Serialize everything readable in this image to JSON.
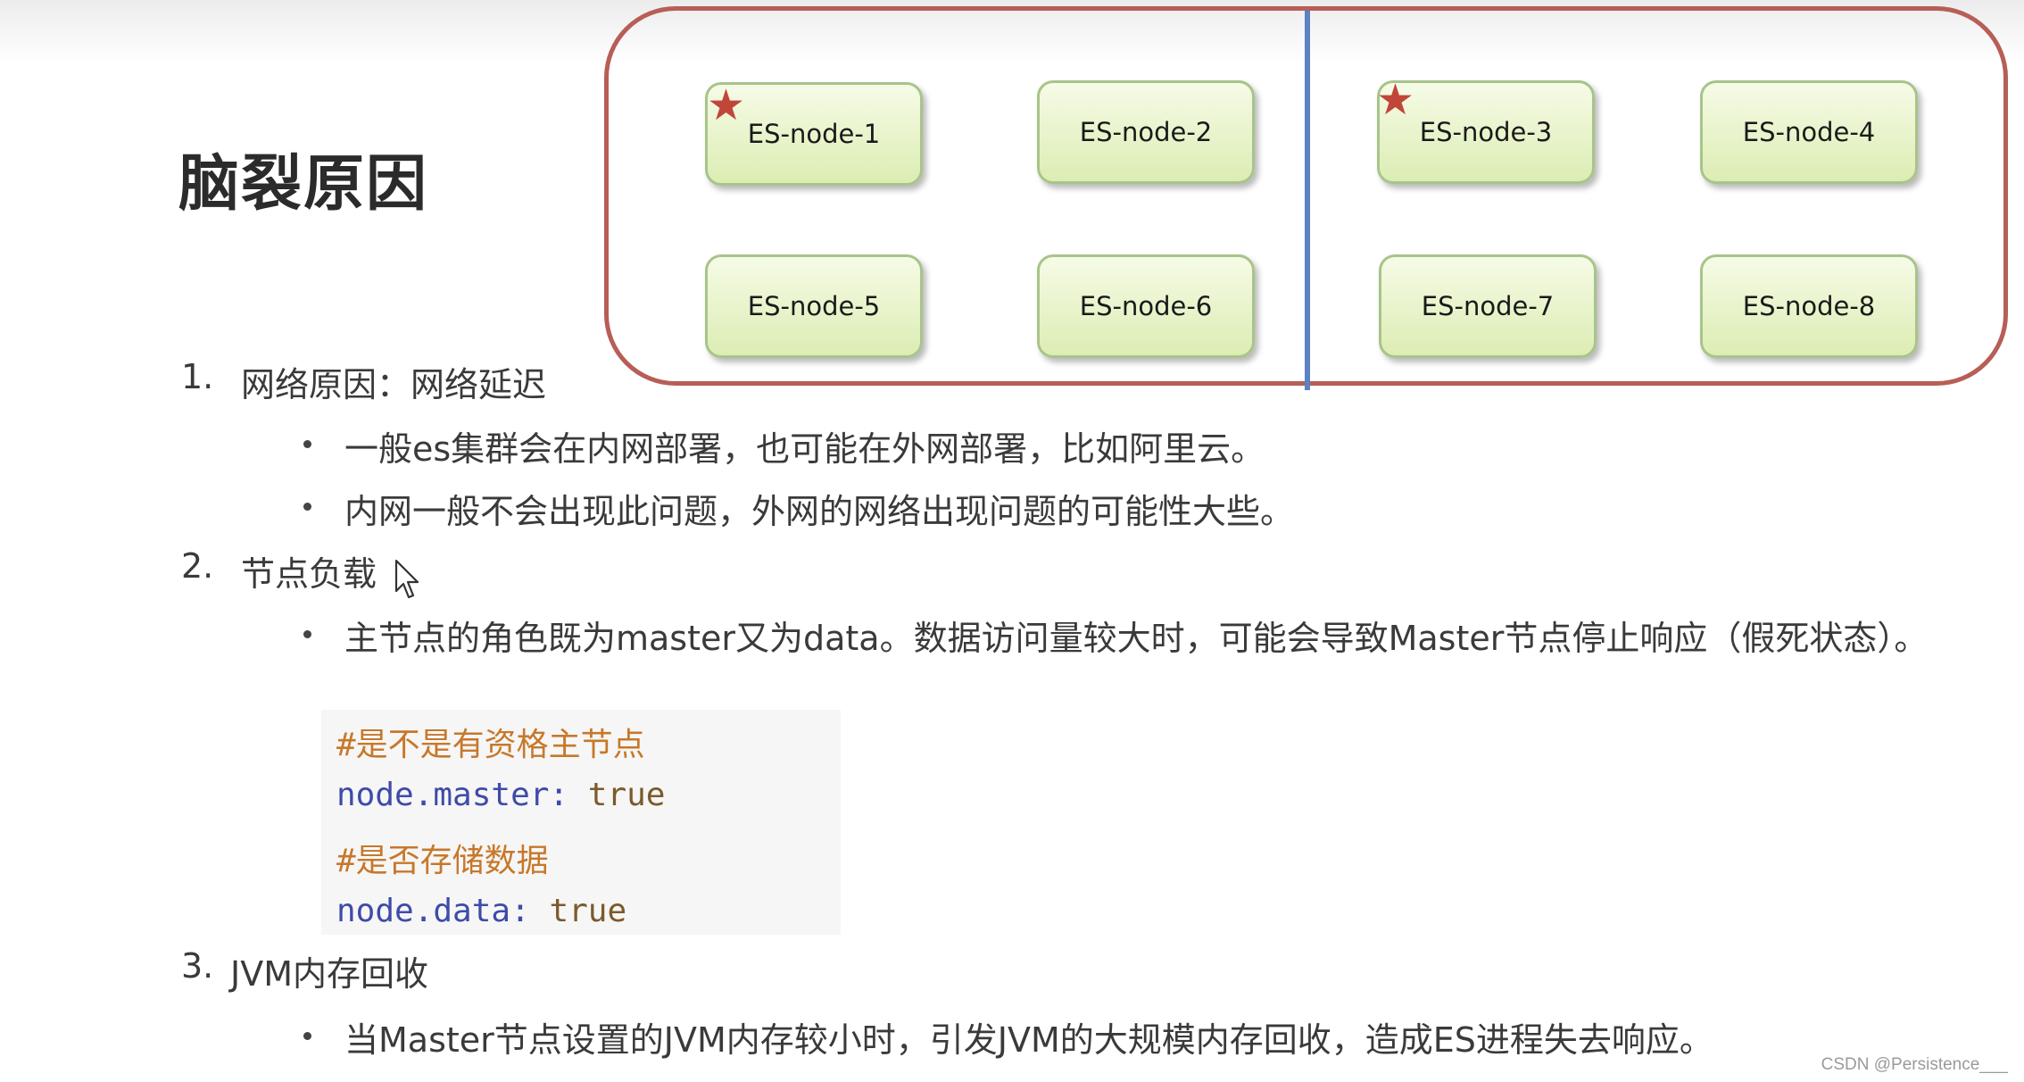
{
  "title": "脑裂原因",
  "diagram": {
    "nodes": [
      "ES-node-1",
      "ES-node-2",
      "ES-node-3",
      "ES-node-4",
      "ES-node-5",
      "ES-node-6",
      "ES-node-7",
      "ES-node-8"
    ],
    "starred": [
      "ES-node-1",
      "ES-node-3"
    ],
    "star_icon": "★"
  },
  "sections": [
    {
      "number": "1.",
      "heading": "网络原因：网络延迟",
      "bullets": [
        "一般es集群会在内网部署，也可能在外网部署，比如阿里云。",
        "内网一般不会出现此问题，外网的网络出现问题的可能性大些。"
      ]
    },
    {
      "number": "2.",
      "heading": "节点负载",
      "bullets": [
        "主节点的角色既为master又为data。数据访问量较大时，可能会导致Master节点停止响应（假死状态）。"
      ]
    },
    {
      "number": "3.",
      "heading": "JVM内存回收",
      "bullets": [
        "当Master节点设置的JVM内存较小时，引发JVM的大规模内存回收，造成ES进程失去响应。"
      ]
    }
  ],
  "code": {
    "comment1": "#是不是有资格主节点",
    "key1": "node.master",
    "sep1": ": ",
    "val1": "true",
    "comment2": "#是否存储数据",
    "key2": "node.data",
    "sep2": ": ",
    "val2": "true"
  },
  "watermark": "CSDN @Persistence___",
  "colors": {
    "cluster_border": "#b75e57",
    "divider": "#5b82c2",
    "node_fill": "#dcedb3",
    "star": "#c0463a",
    "comment": "#c7782a",
    "code_key": "#3f4ba8"
  }
}
